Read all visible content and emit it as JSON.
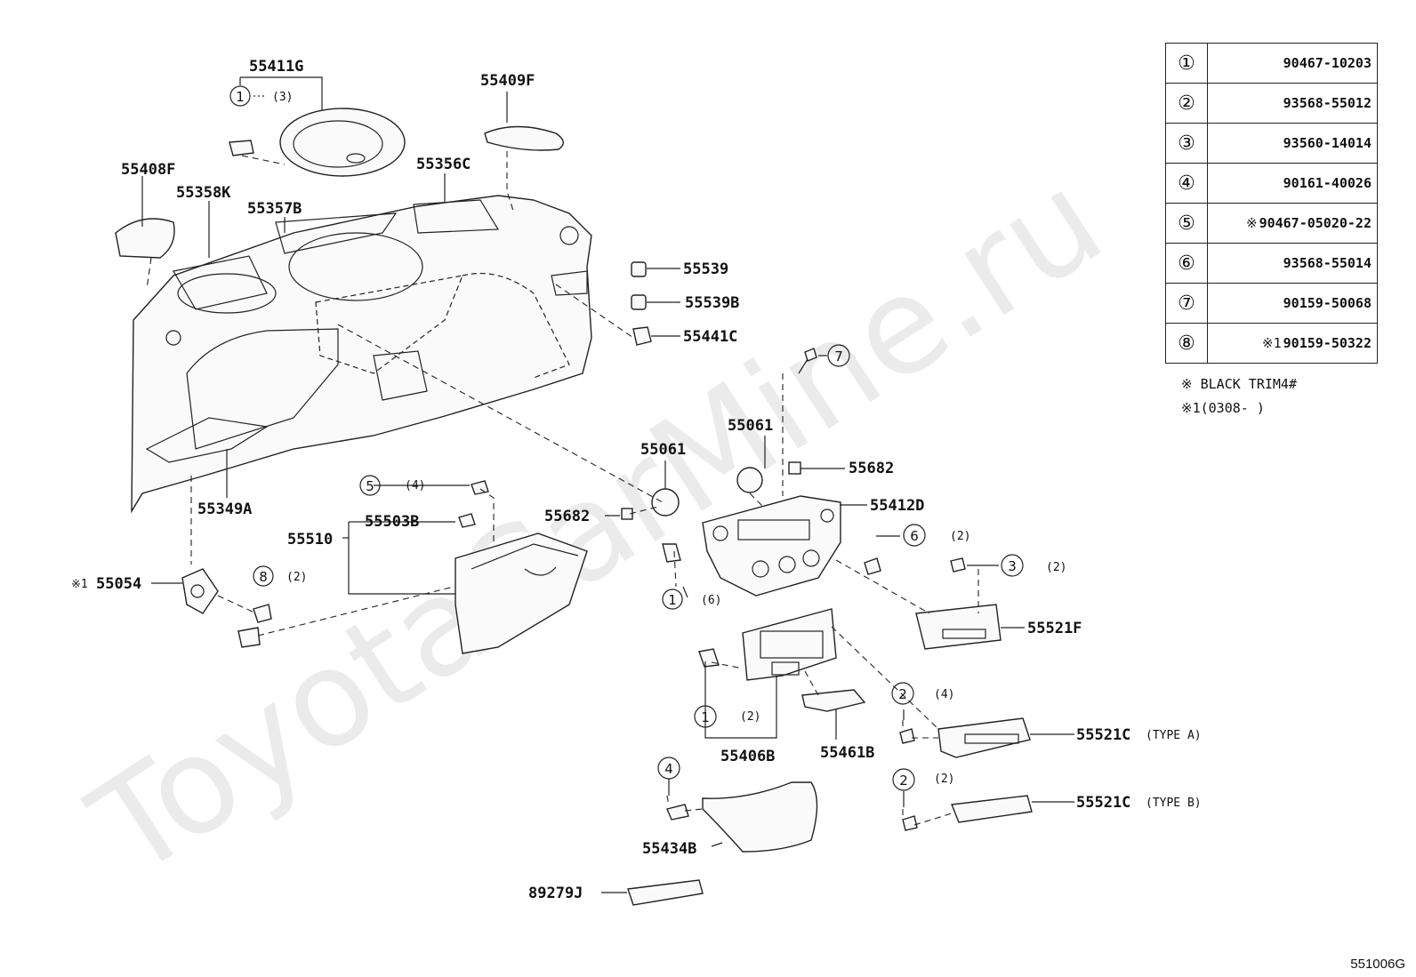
{
  "watermark": "ToyotaCarMine.ru",
  "diagram_code": "551006G",
  "labels": {
    "p55411G": "55411G",
    "p55409F": "55409F",
    "p55408F": "55408F",
    "p55358K": "55358K",
    "p55357B": "55357B",
    "p55356C": "55356C",
    "p55539": "55539",
    "p55539B": "55539B",
    "p55441C": "55441C",
    "p55349A": "55349A",
    "p55061a": "55061",
    "p55061b": "55061",
    "p55682a": "55682",
    "p55682b": "55682",
    "p55412D": "55412D",
    "p55510": "55510",
    "p55503B": "55503B",
    "p55054": "55054",
    "p55521F": "55521F",
    "p55406B": "55406B",
    "p55461B": "55461B",
    "p55521C_A": "55521C",
    "p55521C_B": "55521C",
    "p55434B": "55434B",
    "p89279J": "89279J"
  },
  "qty": {
    "q1_3": "(3)",
    "q5_4": "(4)",
    "q8_2": "(2)",
    "q1_6": "(6)",
    "q6_2": "(2)",
    "q3_2": "(2)",
    "q2_4": "(4)",
    "q1_2": "(2)",
    "q2_2": "(2)"
  },
  "suffix": {
    "typeA": "(TYPE  A)",
    "typeB": "(TYPE  B)"
  },
  "marks": {
    "star1": "※1"
  },
  "circled": {
    "c1a": "1",
    "c5": "5",
    "c8": "8",
    "c7": "7",
    "c1b": "1",
    "c6": "6",
    "c3": "3",
    "c2a": "2",
    "c1c": "1",
    "c4": "4",
    "c2b": "2"
  },
  "ref_table": [
    {
      "num": "①",
      "mark": "",
      "part": "90467-10203"
    },
    {
      "num": "②",
      "mark": "",
      "part": "93568-55012"
    },
    {
      "num": "③",
      "mark": "",
      "part": "93560-14014"
    },
    {
      "num": "④",
      "mark": "",
      "part": "90161-40026"
    },
    {
      "num": "⑤",
      "mark": "※",
      "part": "90467-05020-22"
    },
    {
      "num": "⑥",
      "mark": "",
      "part": "93568-55014"
    },
    {
      "num": "⑦",
      "mark": "",
      "part": "90159-50068"
    },
    {
      "num": "⑧",
      "mark": "※1",
      "part": "90159-50322"
    }
  ],
  "notes": {
    "black_trim": "※  BLACK TRIM4#",
    "date_range": "※1(0308-       )"
  }
}
